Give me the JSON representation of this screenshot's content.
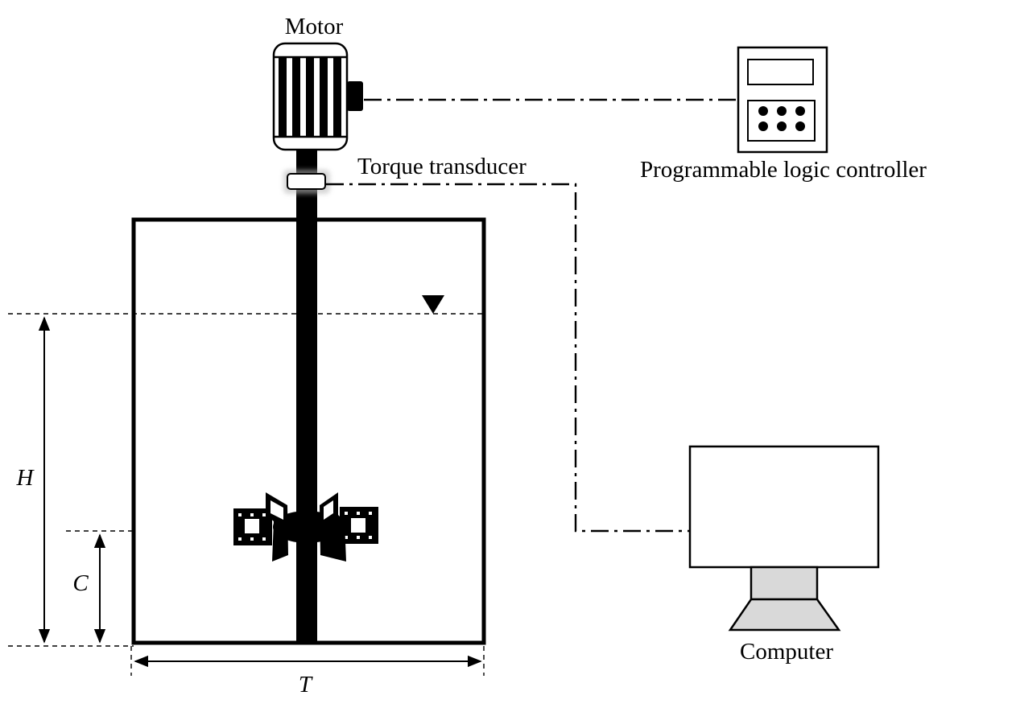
{
  "labels": {
    "motor": "Motor",
    "torque_transducer": "Torque transducer",
    "plc": "Programmable logic controller",
    "computer": "Computer",
    "h": "H",
    "c": "C",
    "t": "T"
  },
  "colors": {
    "ink": "#000000",
    "computer_stand": "#d9d9d9",
    "background": "#ffffff"
  }
}
